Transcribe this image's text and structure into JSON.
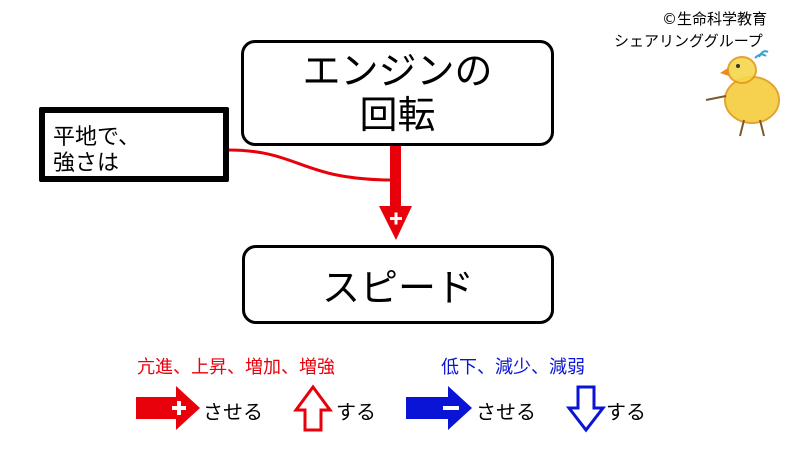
{
  "copyright": {
    "line1": "©生命科学教育",
    "line2": "シェアリンググループ"
  },
  "nodes": {
    "engine": {
      "line1": "エンジンの",
      "line2": "回転"
    },
    "speed": {
      "label": "スピード"
    }
  },
  "callout": {
    "line1": "平地で、",
    "line2": "強さは"
  },
  "link": {
    "sign": "+",
    "color": "#e8000b"
  },
  "legend": {
    "increase": {
      "heading": "亢進、上昇、増加、増強",
      "causative_label": "させる",
      "intransitive_label": "する",
      "sign": "+",
      "color": "#e8000b"
    },
    "decrease": {
      "heading": "低下、減少、減弱",
      "causative_label": "させる",
      "intransitive_label": "する",
      "sign": "−",
      "color": "#0a14d6"
    }
  },
  "icons": {
    "mascot": "chick-drawing-icon"
  }
}
